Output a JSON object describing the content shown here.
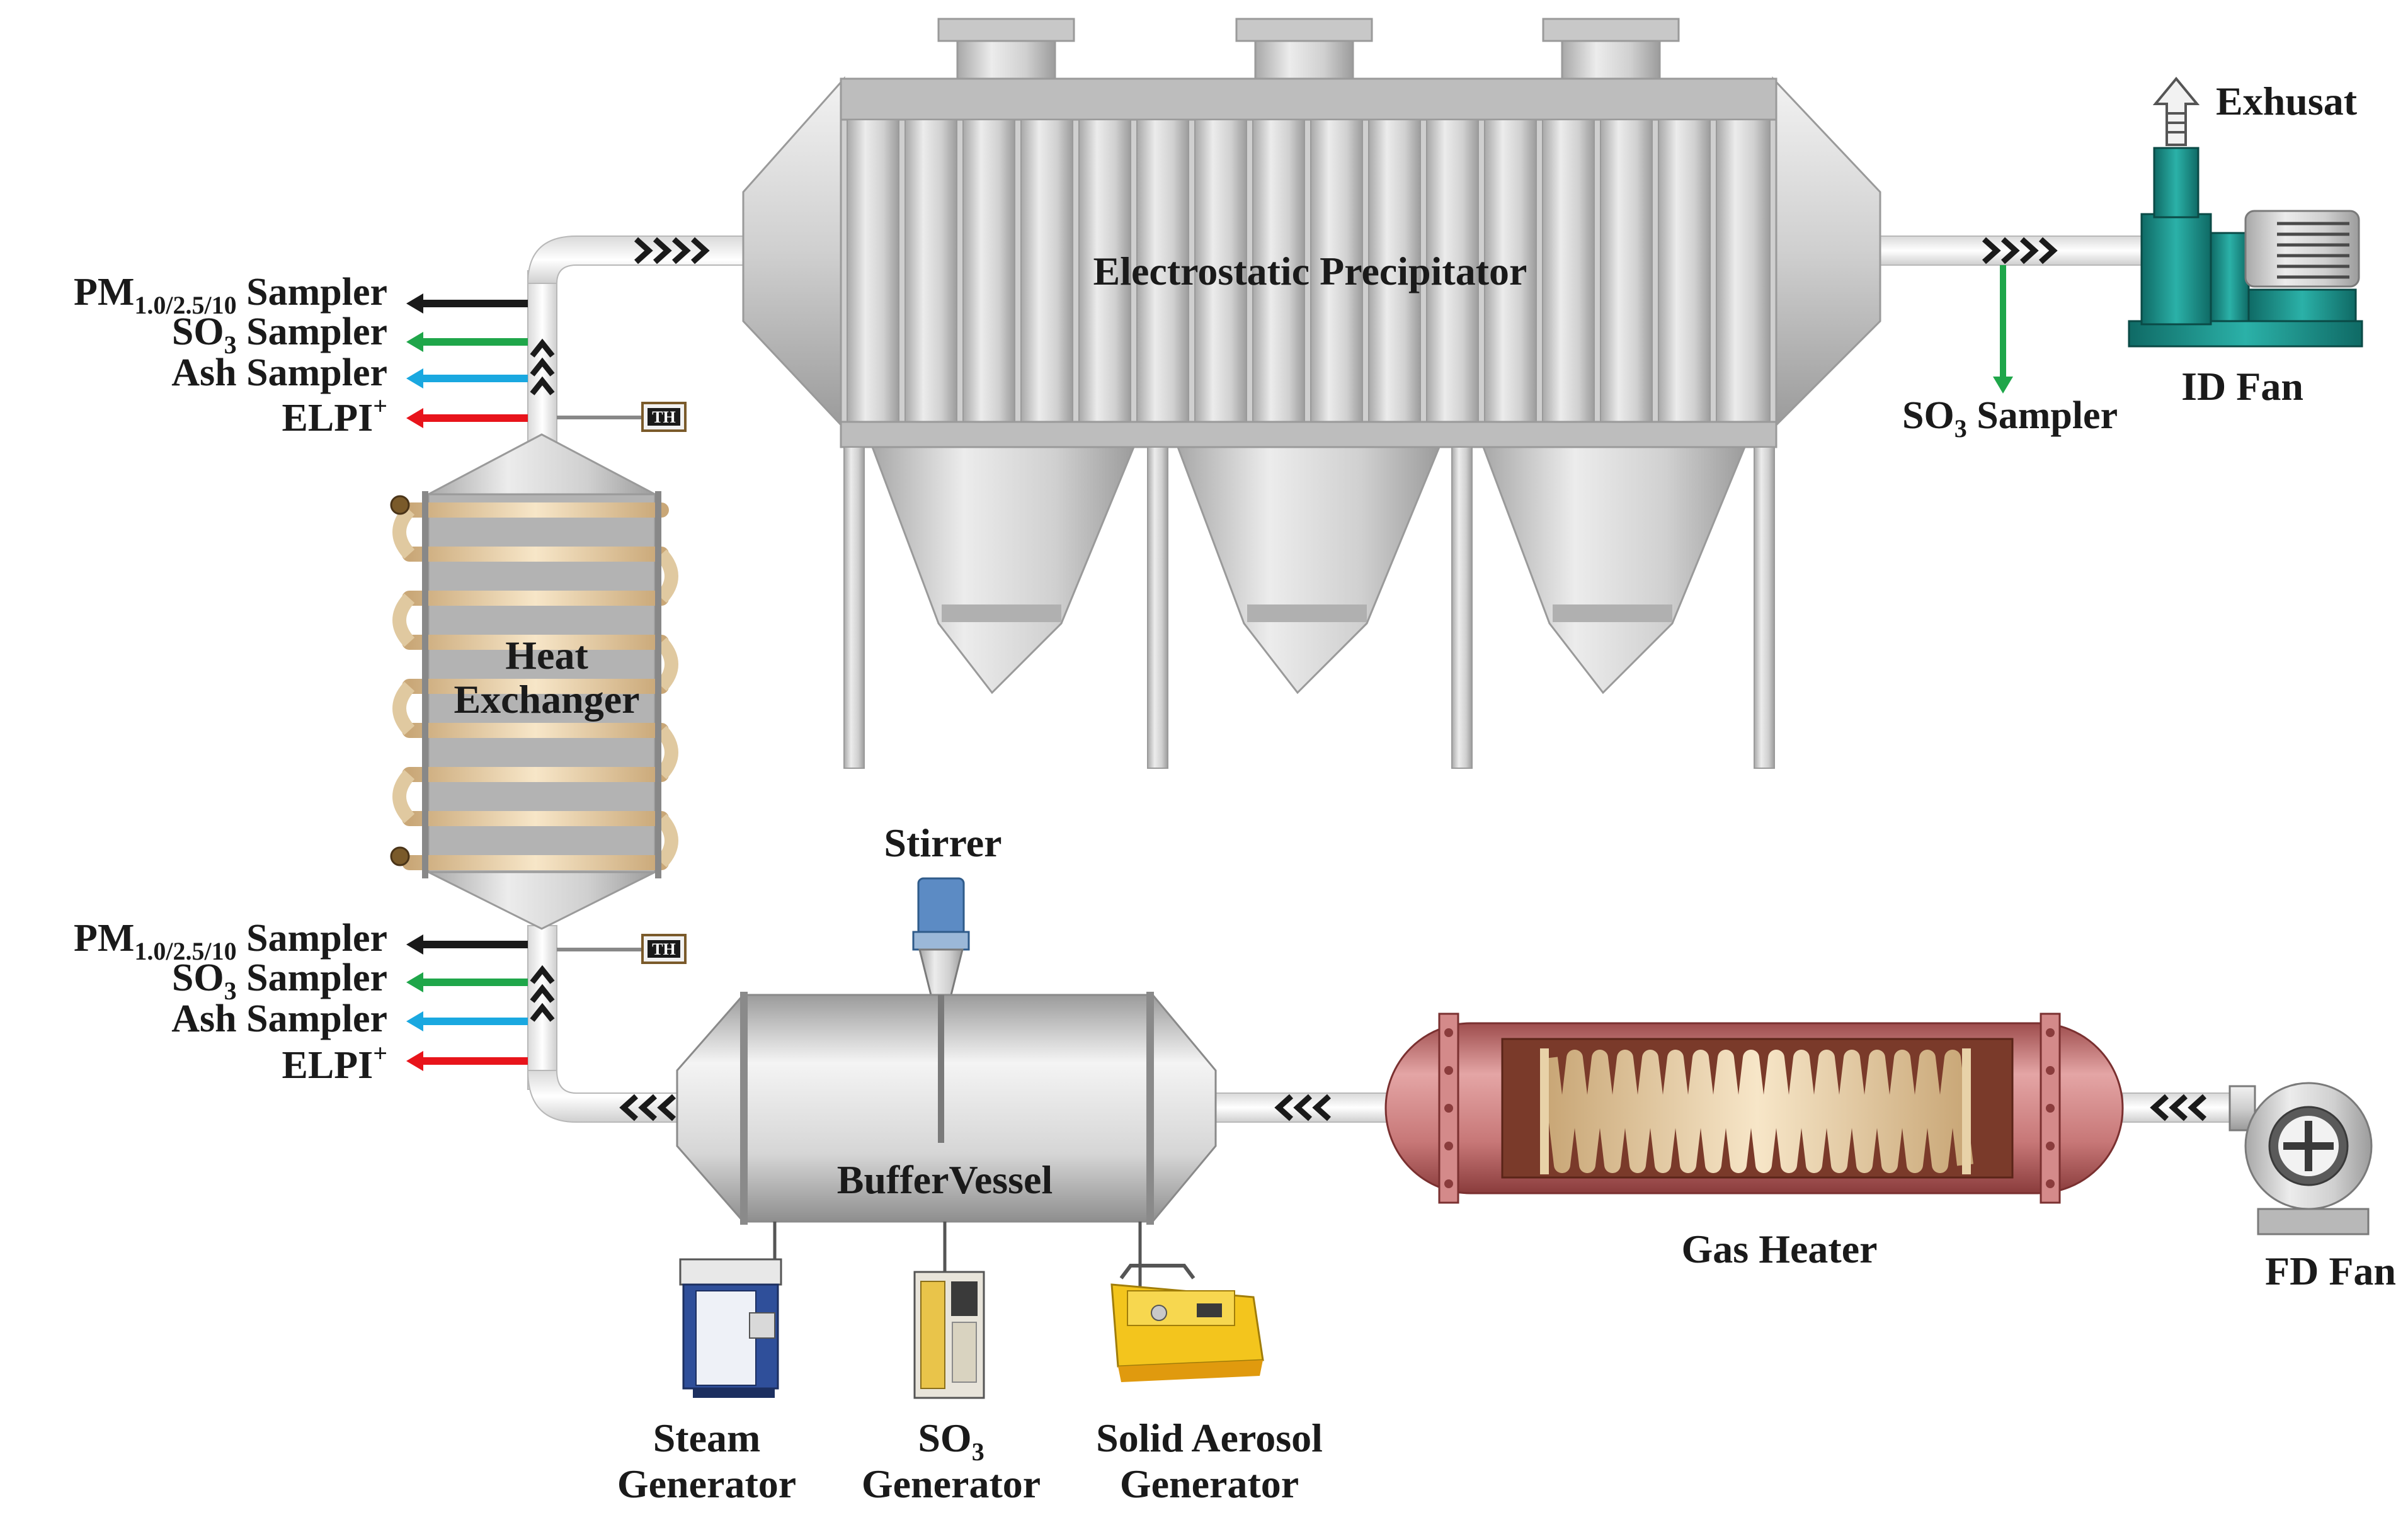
{
  "labels": {
    "esp": "Electrostatic Precipitator",
    "heat_exchanger_line1": "Heat",
    "heat_exchanger_line2": "Exchanger",
    "buffer_vessel": "BufferVessel",
    "stirrer": "Stirrer",
    "gas_heater": "Gas Heater",
    "fd_fan": "FD Fan",
    "id_fan": "ID Fan",
    "exhaust": "Exhusat",
    "th": "TH",
    "steam_generator_line1": "Steam",
    "steam_generator_line2": "Generator",
    "so3_generator_line1": "SO",
    "so3_generator_sub": "3",
    "so3_generator_line2": "Generator",
    "aerosol_generator_line1": "Solid Aerosol",
    "aerosol_generator_line2": "Generator",
    "outlet_so3_sampler_prefix": "SO",
    "outlet_so3_sampler_sub": "3",
    "outlet_so3_sampler_suffix": " Sampler"
  },
  "sampler_groups": {
    "upper": {
      "pm_prefix": "PM",
      "pm_sub": "1.0/2.5/10",
      "pm_suffix": " Sampler",
      "so3_prefix": "SO",
      "so3_sub": "3",
      "so3_suffix": " Sampler",
      "ash": "Ash Sampler",
      "elpi": "ELPI",
      "elpi_sup": "+"
    },
    "lower": {
      "pm_prefix": "PM",
      "pm_sub": "1.0/2.5/10",
      "pm_suffix": " Sampler",
      "so3_prefix": "SO",
      "so3_sub": "3",
      "so3_suffix": " Sampler",
      "ash": "Ash Sampler",
      "elpi": "ELPI",
      "elpi_sup": "+"
    }
  },
  "colors": {
    "pm_arrow": "#1a1a1a",
    "so3_arrow": "#1fa64a",
    "ash_arrow": "#1aa8e0",
    "elpi_arrow": "#e8141b",
    "esp_body": "#c9c9c9",
    "gas_heater_body": "#c77777",
    "fan_teal": "#1e8a84"
  },
  "icons": [
    "flow-chevron-icon",
    "exhaust-arrow-icon",
    "th-sensor-icon"
  ]
}
